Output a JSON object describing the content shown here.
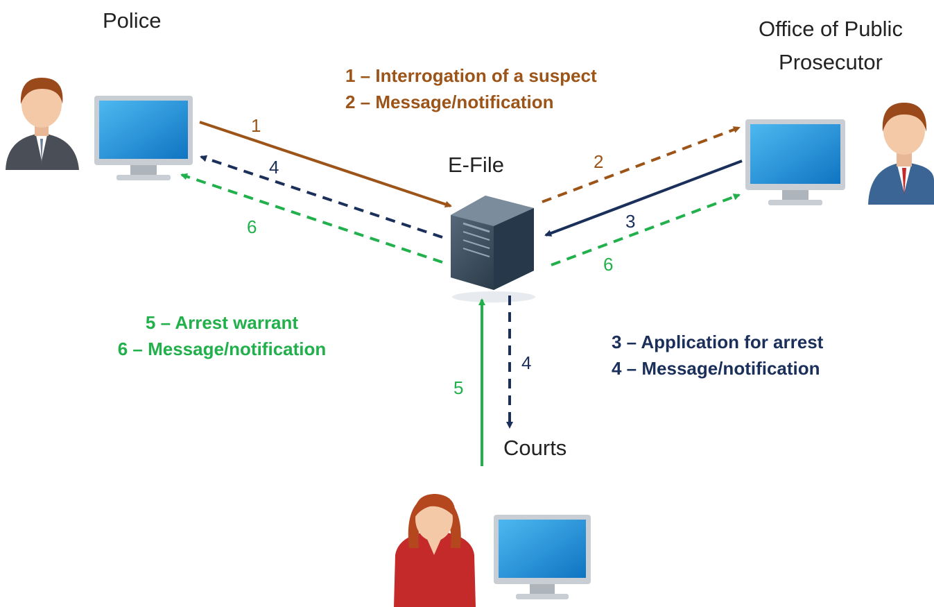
{
  "nodes": {
    "police": "Police",
    "prosecutor_line1": "Office of Public",
    "prosecutor_line2": "Prosecutor",
    "efile": "E-File",
    "courts": "Courts"
  },
  "legends": {
    "police_prosecutor": [
      "1 – Interrogation of a suspect",
      "2 – Message/notification"
    ],
    "courts": [
      "5 – Arrest warrant",
      "6 – Message/notification"
    ],
    "prosecutor_courts": [
      "3 – Application for arrest",
      "4 – Message/notification"
    ]
  },
  "flows": {
    "f1": "1",
    "f2": "2",
    "f3": "3",
    "f4_police": "4",
    "f4_courts": "4",
    "f5": "5",
    "f6_police": "6",
    "f6_prosecutor": "6"
  },
  "colors": {
    "brown": "#9c5418",
    "navy": "#1a2f5a",
    "green": "#21b04b",
    "screen": "#1e90d8",
    "suit_gray": "#4a4f57",
    "suit_blue": "#3b6594",
    "suit_red": "#c42a2a",
    "hair": "#9a4a1a",
    "skin": "#f3c9a8"
  }
}
